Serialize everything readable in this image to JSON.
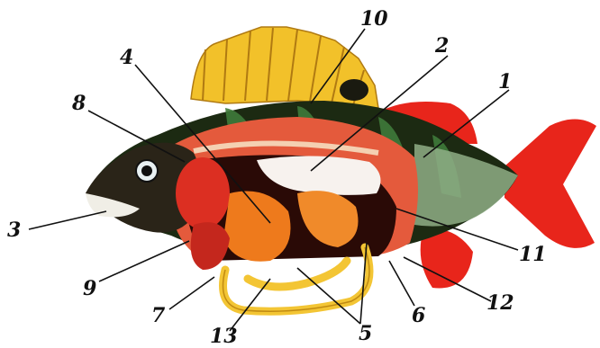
{
  "labels": {
    "n1": "1",
    "n2": "2",
    "n3": "3",
    "n4": "4",
    "n5": "5",
    "n6": "6",
    "n7": "7",
    "n8": "8",
    "n9": "9",
    "n10": "10",
    "n11": "11",
    "n12": "12",
    "n13": "13"
  },
  "colors": {
    "body_dark": "#1c2a12",
    "body_green": "#3f7a3a",
    "belly": "#f4efe4",
    "fins_red": "#e8251b",
    "dorsal_yellow": "#f2c12a",
    "muscle": "#e45a3c",
    "organ_orange": "#ee7a1c",
    "gut_yellow": "#f3c534",
    "swim_bladder": "#f7f2ee"
  }
}
